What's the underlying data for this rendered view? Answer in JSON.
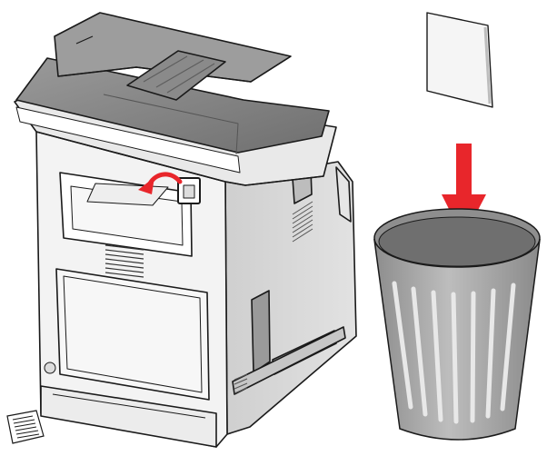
{
  "figure": {
    "kind": "instruction-illustration",
    "elements": [
      {
        "name": "printer",
        "icon": "printer-icon"
      },
      {
        "name": "discarded-sheet",
        "icon": "paper-sheet-icon"
      },
      {
        "name": "trash-can",
        "icon": "trash-can-icon"
      },
      {
        "name": "down-arrow",
        "icon": "arrow-down-icon"
      },
      {
        "name": "curved-arrow",
        "icon": "curved-arrow-icon"
      },
      {
        "name": "manual-page",
        "icon": "document-icon"
      }
    ],
    "colors": {
      "accent": "#e8262b",
      "printer_body": "#f2f2f2",
      "printer_top": "#8e8e8e",
      "side_panel": "#d9d9d9",
      "trash_can": "#a7a7a7",
      "outline": "#1a1a1a"
    }
  }
}
